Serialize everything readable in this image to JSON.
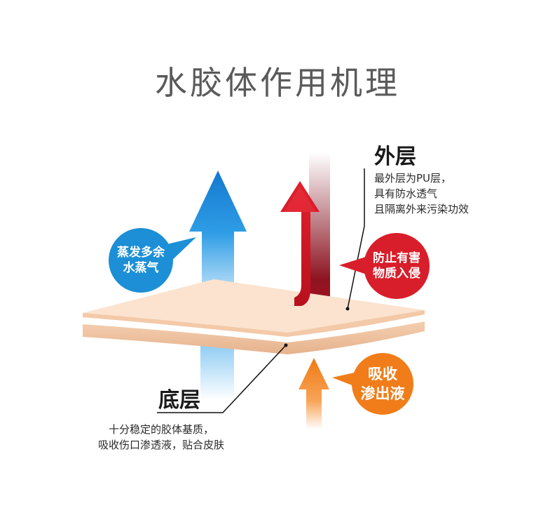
{
  "title": "水胶体作用机理",
  "outer_layer": {
    "heading": "外层",
    "lines": [
      "最外层为PU层，",
      "具有防水透气",
      "且隔离外来污染功效"
    ]
  },
  "base_layer": {
    "heading": "底层",
    "lines": [
      "十分稳定的胶体基质，",
      "吸收伤口渗透液，贴合皮肤"
    ]
  },
  "bubbles": {
    "evaporate": {
      "lines": [
        "蒸发多余",
        "水蒸气"
      ],
      "color": "#1c8fd6"
    },
    "block": {
      "lines": [
        "防止有害",
        "物质入侵"
      ],
      "color": "#d81e2a"
    },
    "absorb": {
      "lines": [
        "吸收",
        "渗出液"
      ],
      "color": "#f07d1a"
    }
  },
  "colors": {
    "blue_arrow": "#1b8ad8",
    "red_arrow": "#d4172a",
    "orange_arrow": "#f08019",
    "layer_top": "#fbe2cc",
    "layer_side": "#efc3a2"
  },
  "icons": [
    "up-arrow-blue-icon",
    "u-turn-arrow-red-icon",
    "up-arrow-orange-icon"
  ]
}
